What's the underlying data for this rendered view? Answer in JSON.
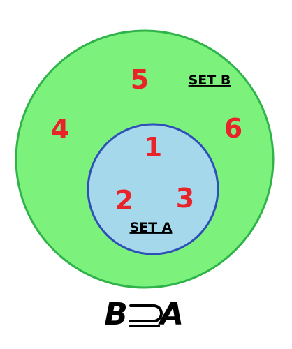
{
  "colors": {
    "set_b_fill": "#7cf27c",
    "set_b_stroke": "#2fb34a",
    "set_a_fill": "#a4d8ea",
    "set_a_stroke": "#2e4fb8",
    "number_color": "#e8232a",
    "label_color": "#000000"
  },
  "set_b": {
    "label": "SET B",
    "elements": [
      "5",
      "4",
      "6"
    ]
  },
  "set_a": {
    "label": "SET A",
    "elements": [
      "1",
      "2",
      "3"
    ]
  },
  "relation": {
    "left": "B",
    "right": "A"
  }
}
